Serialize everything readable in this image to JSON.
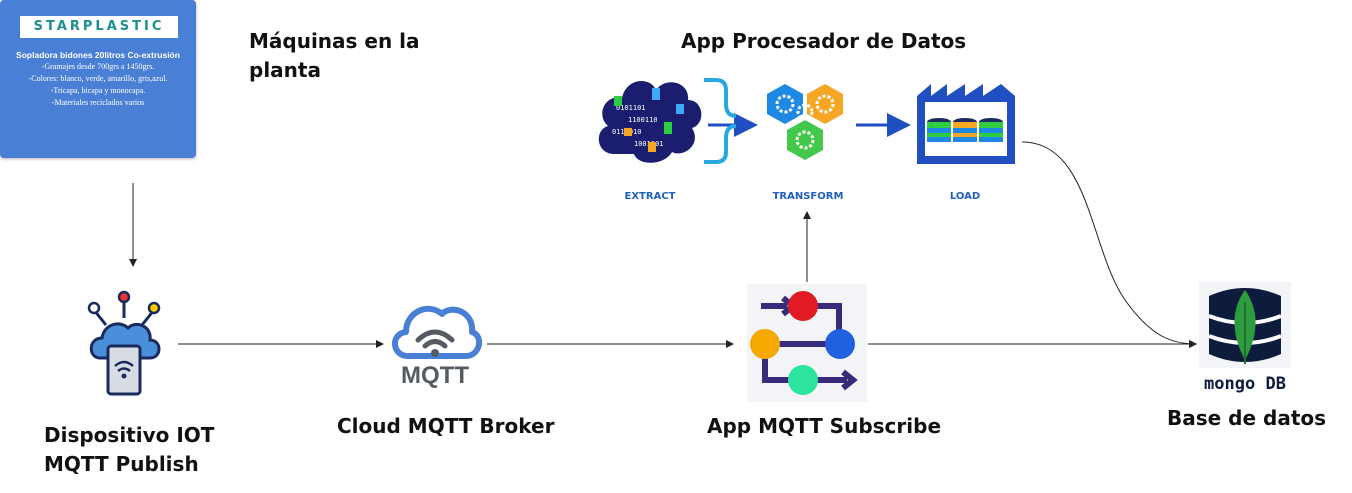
{
  "machines": {
    "title": "Máquinas en la planta",
    "brand": "STARPLASTIC",
    "card_title": "Sopladora bidones 20litros Co-extrusión",
    "card_lines": [
      "-Gramajes desde 700grs a 1450grs.",
      "-Colores: blanco, verde, amarillo, gris,azul.",
      "-Tricapa, bicapa y monocapa.",
      "-Materiales reciclados varios"
    ]
  },
  "iot": {
    "label_line1": "Dispositivo IOT",
    "label_line2": "MQTT Publish"
  },
  "broker": {
    "icon_text": "MQTT",
    "label": "Cloud MQTT Broker"
  },
  "subscriber": {
    "label": "App MQTT Subscribe"
  },
  "processor": {
    "title": "App Procesador de Datos",
    "extract": "EXTRACT",
    "transform": "TRANSFORM",
    "load": "LOAD"
  },
  "database": {
    "brand_text": "mongo DB",
    "label": "Base de datos"
  },
  "colors": {
    "accent_blue": "#1f5fbf",
    "card_blue": "#4a7fd6",
    "navy": "#1b2a5e",
    "mongo_green": "#2e9c3e"
  }
}
